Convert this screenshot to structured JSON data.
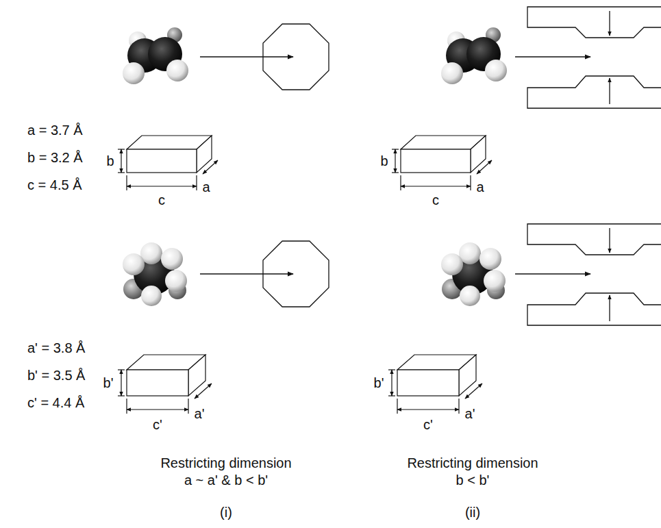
{
  "diagram": {
    "labels": [
      "a = 3.7 Å",
      "b = 3.2 Å",
      "c = 4.5 Å",
      "b",
      "c",
      "a",
      "b",
      "c",
      "a",
      "a' = 3.8 Å",
      "b' = 3.5 Å",
      "c' = 4.4 Å",
      "b'",
      "c'",
      "a'",
      "b'",
      "c'",
      "a'",
      "Restricting dimension a ~ a' & b < b'",
      "Restricting dimension b < b'",
      "(i)",
      "(ii)"
    ]
  }
}
